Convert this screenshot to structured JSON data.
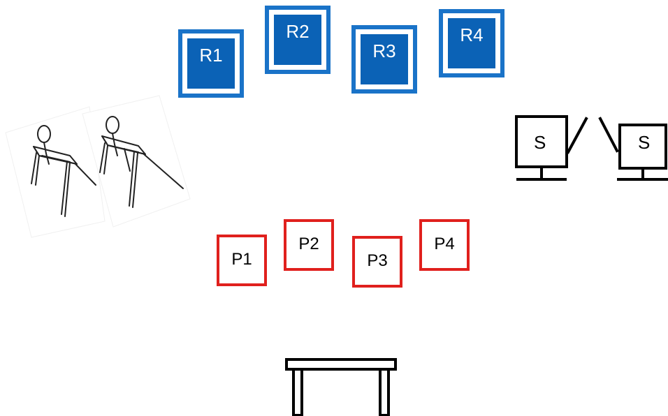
{
  "receivers": [
    {
      "label": "R1"
    },
    {
      "label": "R2"
    },
    {
      "label": "R3"
    },
    {
      "label": "R4"
    }
  ],
  "positions": [
    {
      "label": "P1"
    },
    {
      "label": "P2"
    },
    {
      "label": "P3"
    },
    {
      "label": "P4"
    }
  ],
  "screens": [
    {
      "label": "S"
    },
    {
      "label": "S"
    }
  ],
  "colors": {
    "receiver_border": "#1a73c8",
    "receiver_fill": "#0b62b6",
    "position_border": "#e0201d"
  }
}
